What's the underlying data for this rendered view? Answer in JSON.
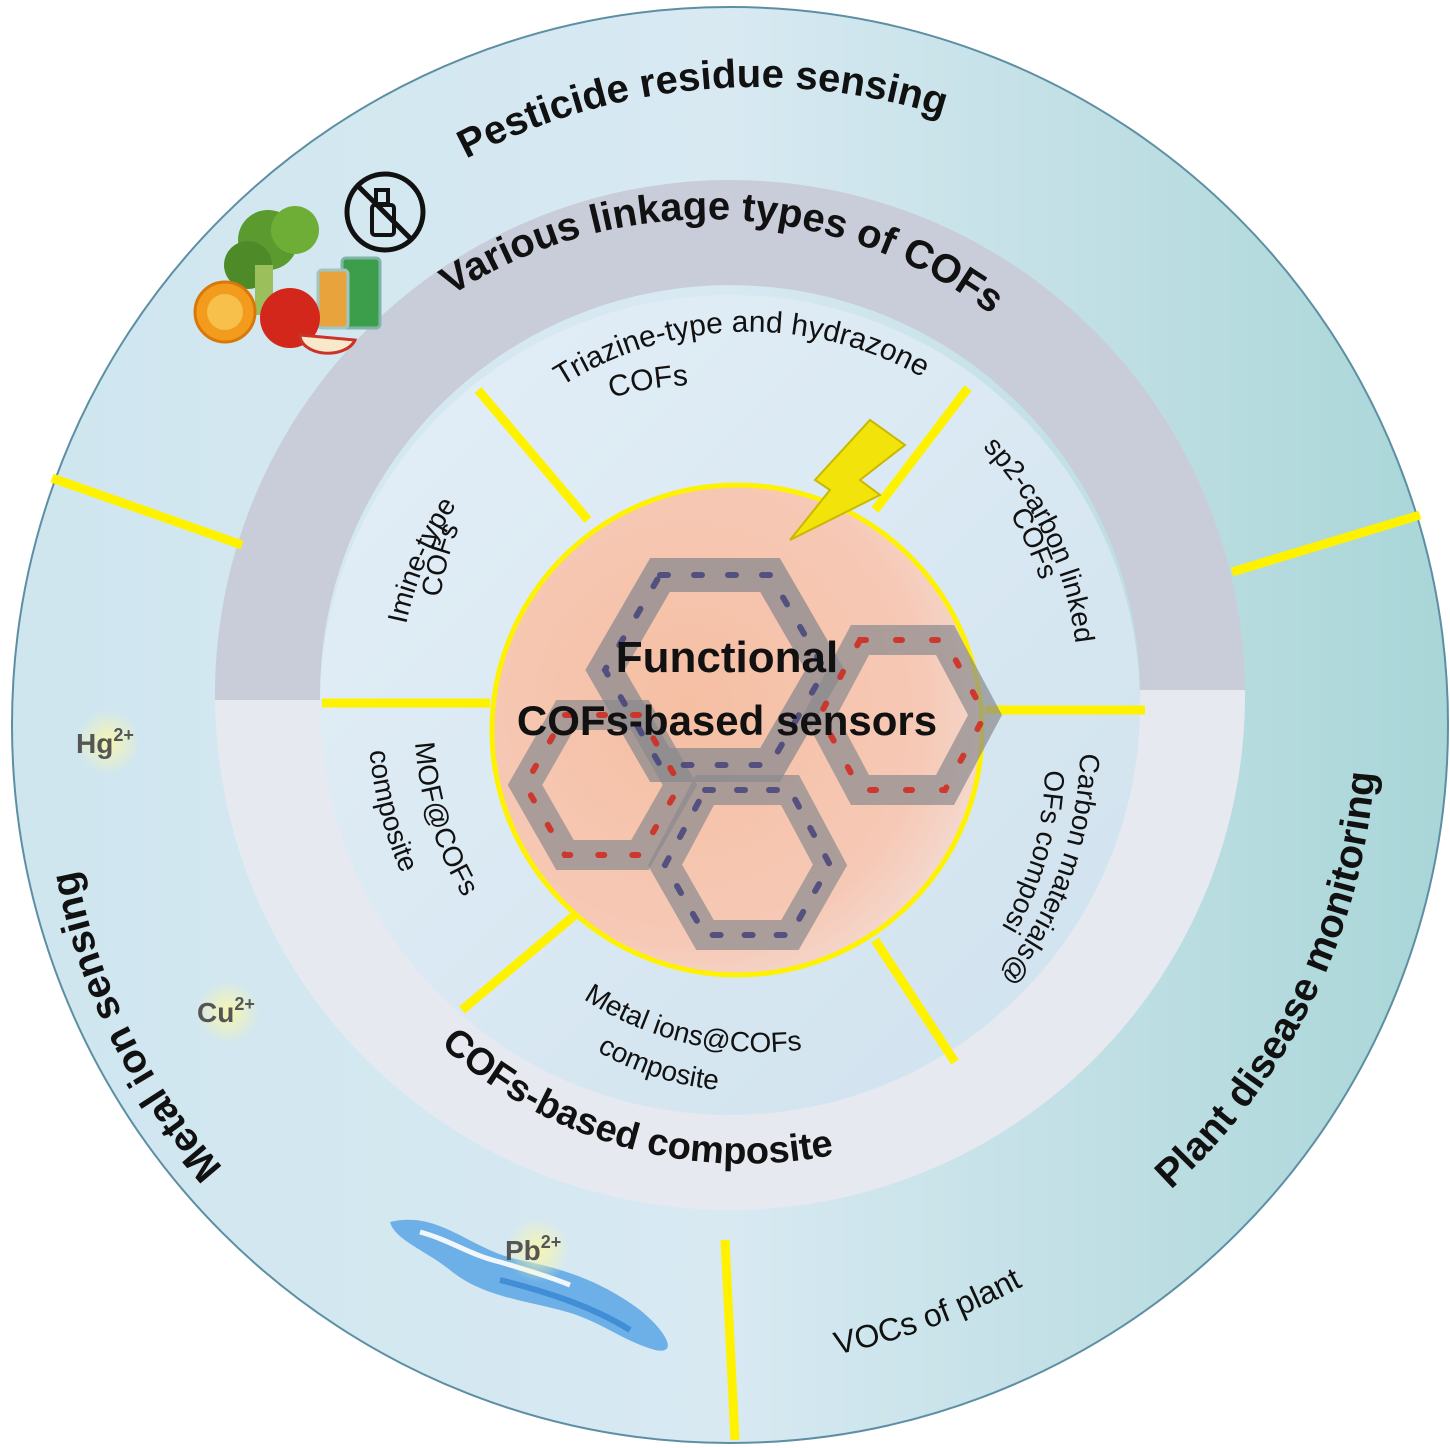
{
  "center": {
    "title_line1": "Functional",
    "title_line2": "COFs-based sensors"
  },
  "rings": {
    "linkage_ring_label": "Various  linkage types of COFs",
    "composite_ring_label": "COFs-based composite"
  },
  "linkage_types": {
    "triazine_line1": "Triazine-type and hydrazone",
    "triazine_line2": "COFs",
    "imine_line1": "Imine-type",
    "imine_line2": "COFs",
    "sp2_line1": "sp2-carbon linked",
    "sp2_line2": "COFs"
  },
  "composites": {
    "mof_line1": "MOF@COFs",
    "mof_line2": "composite",
    "carbon_line1": "Carbon materials@",
    "carbon_line2": "COFs composite",
    "metal_line1": "Metal ions@COFs",
    "metal_line2": "composite"
  },
  "applications": {
    "pesticide": "Pesticide residue sensing",
    "metal_ion": "Metal ion sensing",
    "plant_disease": "Plant disease monitoring",
    "vocs": "VOCs of plant"
  },
  "ions": {
    "hg": "Hg",
    "cu": "Cu",
    "pb": "Pb",
    "charge": "2+"
  },
  "icons": [
    "no-spray-icon",
    "fruit-vegetable-icon",
    "lightning-icon",
    "water-splash-icon",
    "cof-framework-icon"
  ],
  "colors": {
    "outer_ring": "#c7e2ea",
    "linkage_band": "#c9ccd9",
    "composite_band": "#e6e9ef",
    "inner_disc": "#d6e7f1",
    "center_disc": "#f3b9a0",
    "divider": "#fff200"
  }
}
